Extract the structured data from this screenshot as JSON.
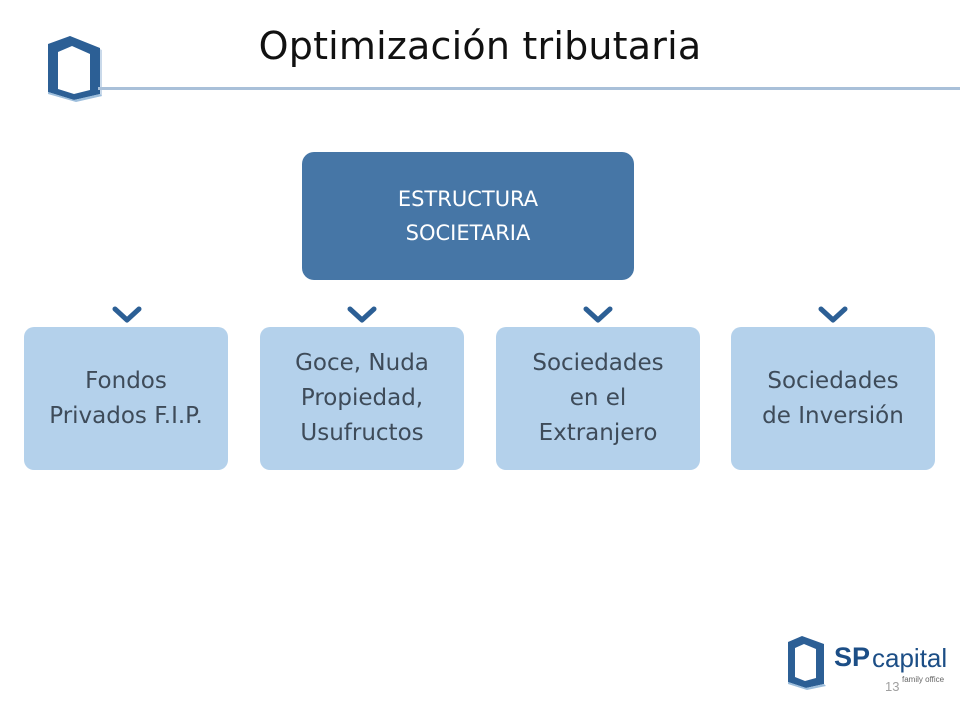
{
  "slide": {
    "title": "Optimización tributaria",
    "page_number": "13"
  },
  "diagram": {
    "root": {
      "lines": [
        "ESTRUCTURA",
        "SOCIETARIA"
      ]
    },
    "children": [
      {
        "lines": [
          "Fondos",
          "Privados F.I.P."
        ]
      },
      {
        "lines": [
          "Goce, Nuda",
          "Propiedad,",
          "Usufructos"
        ]
      },
      {
        "lines": [
          "Sociedades",
          "en el",
          "Extranjero"
        ]
      },
      {
        "lines": [
          "Sociedades",
          "de Inversión"
        ]
      }
    ]
  },
  "brand": {
    "name_sp": "SP",
    "name_capital": "capital",
    "tagline": "family office"
  },
  "colors": {
    "root_fill": "#4676a6",
    "child_fill": "#b4d1eb",
    "child_text": "#3e4b59",
    "accent": "#2c5f95",
    "rule": "#a9c0d9"
  },
  "icons": {
    "logo": "house-logo-icon",
    "connector": "chevron-down-icon"
  }
}
